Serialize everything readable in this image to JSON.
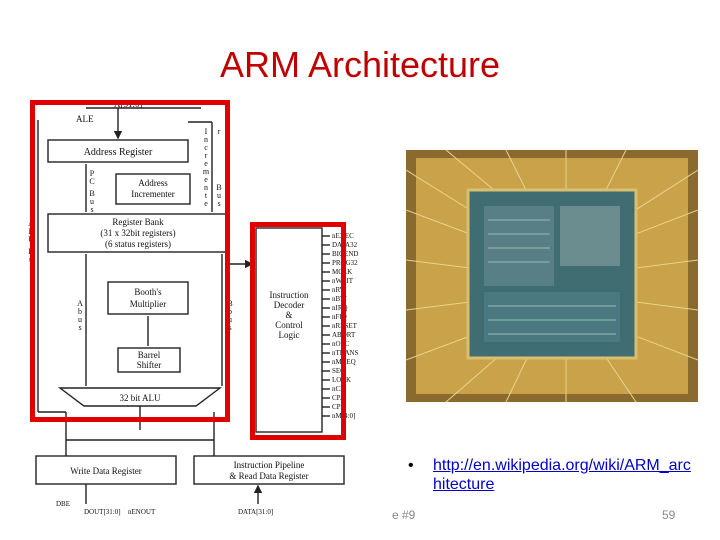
{
  "slide": {
    "title": "ARM Architecture",
    "bullet_link": "http://en.wikipedia.org/wiki/ARM_architecture",
    "slide_label": "e #9",
    "page_number": "59"
  },
  "diagram": {
    "top_bus_label": "A[31:0]",
    "ale": "ALE",
    "address_register": "Address Register",
    "address_incrementer": [
      "Address",
      "Incrementer"
    ],
    "incrementer_bus_letters": [
      "I",
      "n",
      "c",
      "r",
      "e",
      "m",
      "e",
      "n",
      "t",
      "e",
      "r"
    ],
    "incrementer_bus_bottom": [
      "B",
      "u",
      "s"
    ],
    "pc_bus_letters": [
      "P",
      "C"
    ],
    "pc_bus_bottom": [
      "B",
      "u",
      "s"
    ],
    "alu_bus_letters": [
      "A",
      "L",
      "U"
    ],
    "alu_bus_bottom": [
      "B",
      "u",
      "s"
    ],
    "register_bank": [
      "Register Bank",
      "(31 x 32bit registers)",
      "(6 status registers)"
    ],
    "booths_multiplier": [
      "Booth's",
      "Multiplier"
    ],
    "a_bus": [
      "A",
      "b",
      "u",
      "s"
    ],
    "b_bus": [
      "B",
      "b",
      "u",
      "s"
    ],
    "barrel_shifter": [
      "Barrel",
      "Shifter"
    ],
    "alu": "32 bit ALU",
    "instruction_decoder": [
      "Instruction",
      "Decoder",
      "&",
      "Control",
      "Logic"
    ],
    "control_signals": [
      "nEXEC",
      "DATA32",
      "BIGEND",
      "PROG32",
      "MCLK",
      "nWAIT",
      "nRW",
      "nBW",
      "nIRQ",
      "nFIQ",
      "nRESET",
      "ABORT",
      "nOPC",
      "nTRANS",
      "nMREQ",
      "SEQ",
      "LOCK",
      "nCPI",
      "CPA",
      "CPB",
      "nM[4:0]"
    ],
    "write_data_register": "Write Data Register",
    "instruction_pipeline": [
      "Instruction Pipeline",
      "& Read Data Register"
    ],
    "dbe": "DBE",
    "dout": "DOUT[31:0]",
    "nenout": "nENOUT",
    "data_in": "DATA[31:0]"
  },
  "colors": {
    "title": "#c00000",
    "highlight_box": "#e00000",
    "link": "#0000cc"
  }
}
